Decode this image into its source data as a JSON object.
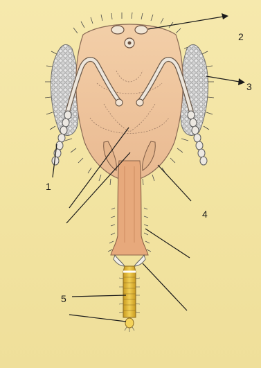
{
  "diagram": {
    "labels": {
      "l1": "1",
      "l2": "2",
      "l3": "3",
      "l4": "4",
      "l5": "5"
    }
  },
  "colors": {
    "background": "#f3e5a3",
    "head": "#efc49c",
    "head_stroke": "#8a6a55",
    "eye": "#cfcfcf",
    "hair": "#555555",
    "proboscis": "#e7a97c",
    "tongue": "#d9b23a",
    "line": "#1a1a1a"
  }
}
